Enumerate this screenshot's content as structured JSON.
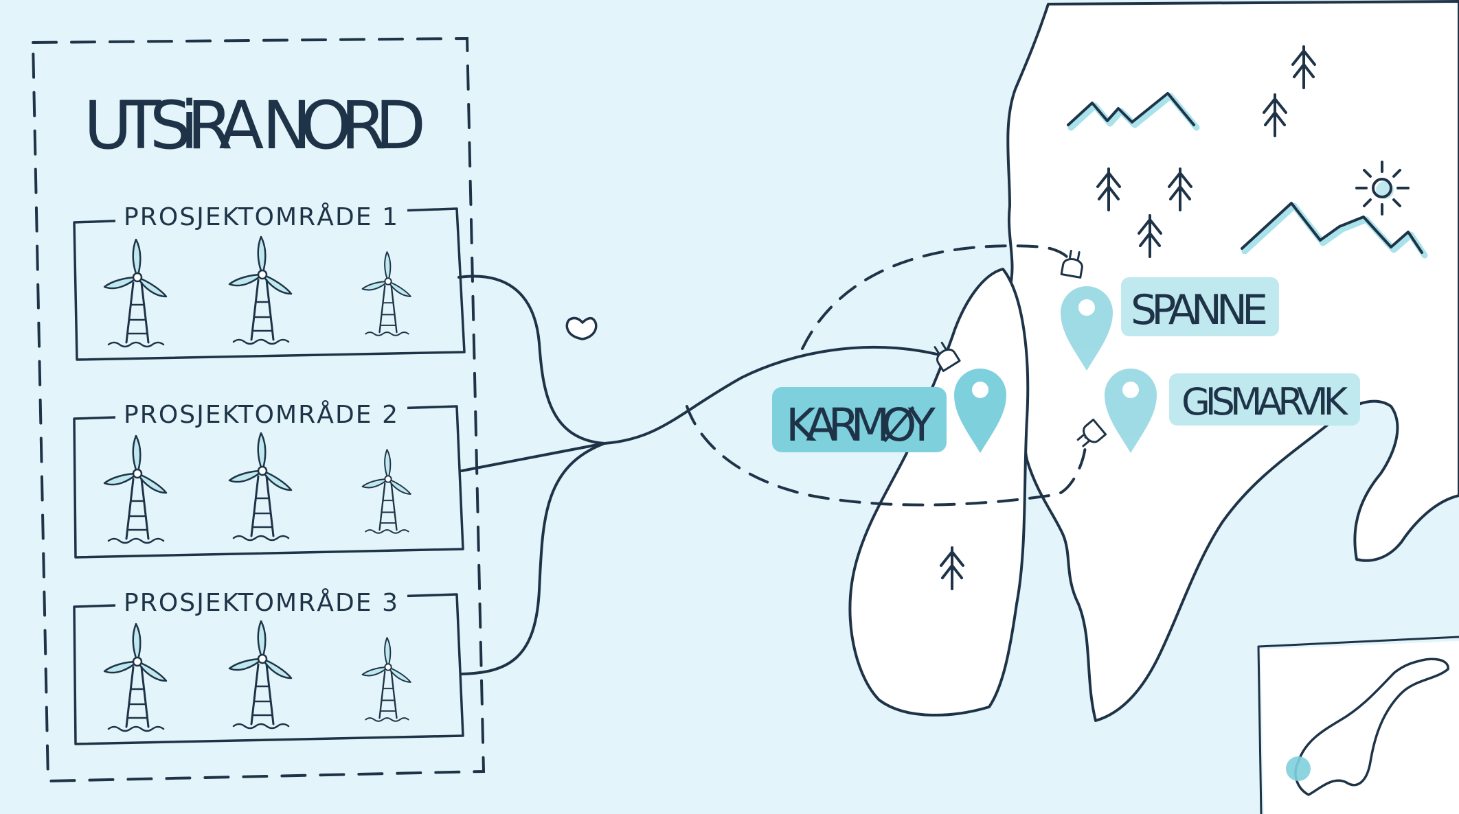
{
  "title": "UTSiRA NORD",
  "project_areas": [
    {
      "label": "PROSJEKTOMRÅDE 1"
    },
    {
      "label": "PROSJEKTOMRÅDE 2"
    },
    {
      "label": "PROSJEKTOMRÅDE 3"
    }
  ],
  "locations": {
    "karmoy": "KARMØY",
    "spanne": "SPANNE",
    "gismarvik": "GISMARVIK"
  },
  "colors": {
    "background": "#e3f5fa",
    "ink": "#1e3347",
    "land": "#ffffff",
    "accent": "#7fd0dd",
    "accent_light": "#a8e2ea",
    "label_bg": "#bfe8ef"
  }
}
